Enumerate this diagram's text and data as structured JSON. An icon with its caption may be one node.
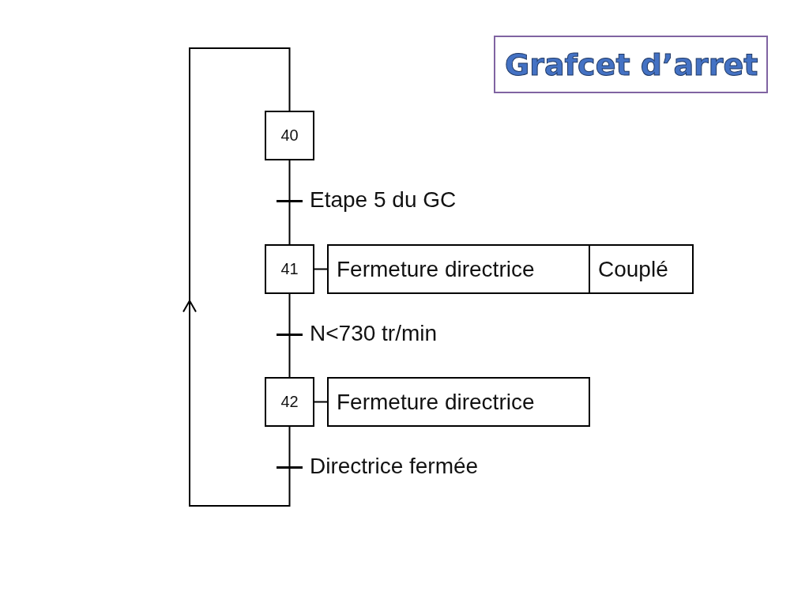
{
  "diagram": {
    "title": "Grafcet d’arret",
    "nodes": [
      {
        "text": [
          "40"
        ]
      },
      {
        "text": [],
        "shape": "bar",
        "beside": [
          "Etape 5 du GC"
        ]
      },
      {
        "text": [
          "41"
        ]
      },
      {
        "text": [
          "Fermeture directrice"
        ]
      },
      {
        "text": [
          "Couplé"
        ]
      },
      {
        "text": [],
        "shape": "bar",
        "beside": [
          "N<730 tr/min"
        ]
      },
      {
        "text": [
          "42"
        ]
      },
      {
        "text": [
          "Fermeture directrice"
        ]
      },
      {
        "text": [],
        "shape": "bar",
        "beside": [
          "Directrice fermée"
        ]
      }
    ],
    "edges": [
      {
        "from": 0,
        "to": 1,
        "arrow": "none"
      },
      {
        "from": 1,
        "to": 2,
        "arrow": "none"
      },
      {
        "from": 2,
        "to": 3,
        "arrow": "none"
      },
      {
        "from": 2,
        "to": 5,
        "arrow": "none"
      },
      {
        "from": 5,
        "to": 6,
        "arrow": "none"
      },
      {
        "from": 6,
        "to": 7,
        "arrow": "none"
      },
      {
        "from": 6,
        "to": 8,
        "arrow": "none"
      },
      {
        "from": 8,
        "to": 0,
        "arrow": "to"
      }
    ]
  }
}
